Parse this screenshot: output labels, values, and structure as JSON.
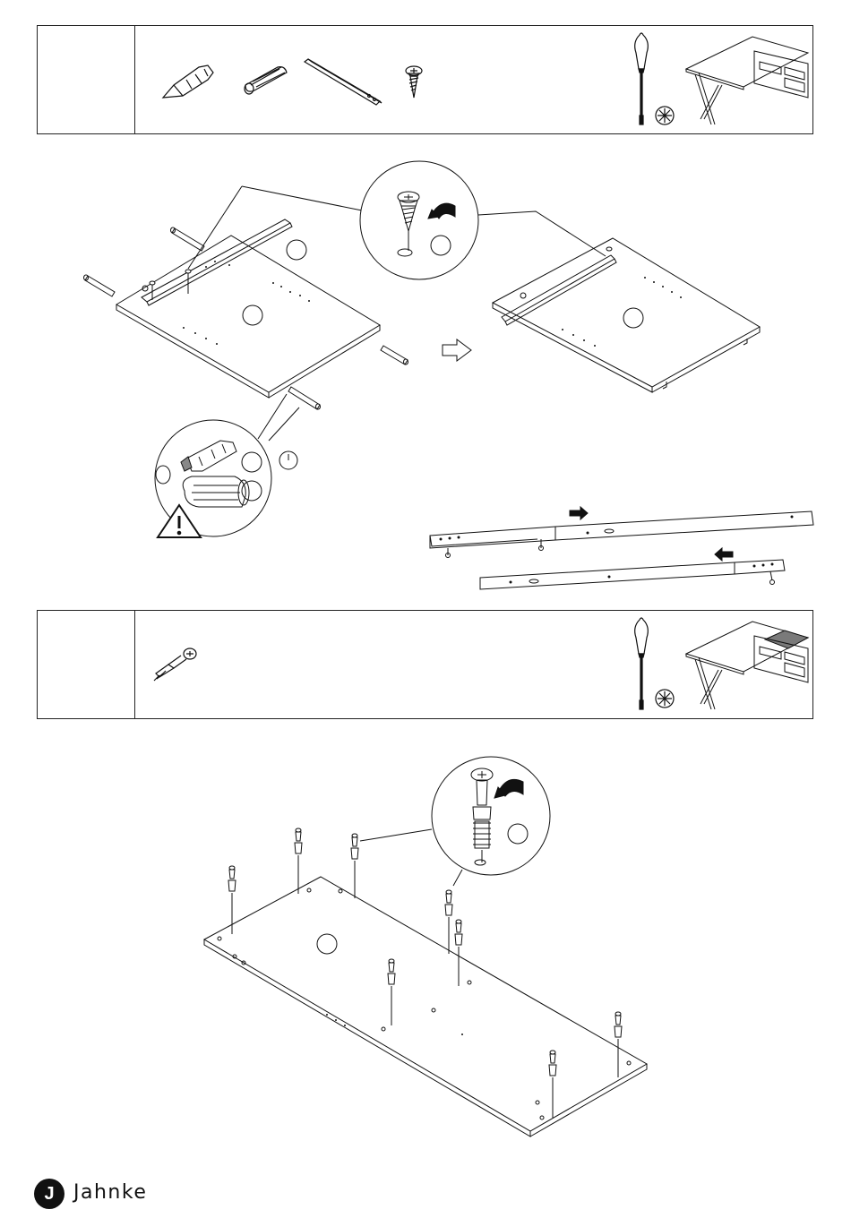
{
  "steps": [
    {
      "parts": [
        "dowel-pin",
        "wooden-dowel",
        "drawer-runner",
        "screw"
      ],
      "tools": [
        "screwdriver-icon",
        "phillips-bit-icon",
        "desk-overview-icon"
      ]
    },
    {
      "parts": [
        "cam-bolt"
      ],
      "tools": [
        "screwdriver-icon",
        "phillips-bit-icon",
        "desk-overview-icon"
      ],
      "highlight": "#7a7a7a"
    }
  ],
  "icons": {
    "arrow_next": "outline-arrow-right-icon",
    "rotate": "clockwise-rotate-icon",
    "warning": "warning-triangle-icon",
    "clock": "clock-icon"
  },
  "colors": {
    "line": "#111111",
    "fill_dark": "#111111",
    "highlight_panel": "#7a7a7a"
  },
  "brand": {
    "mark": "J",
    "name": "Jahnke"
  }
}
